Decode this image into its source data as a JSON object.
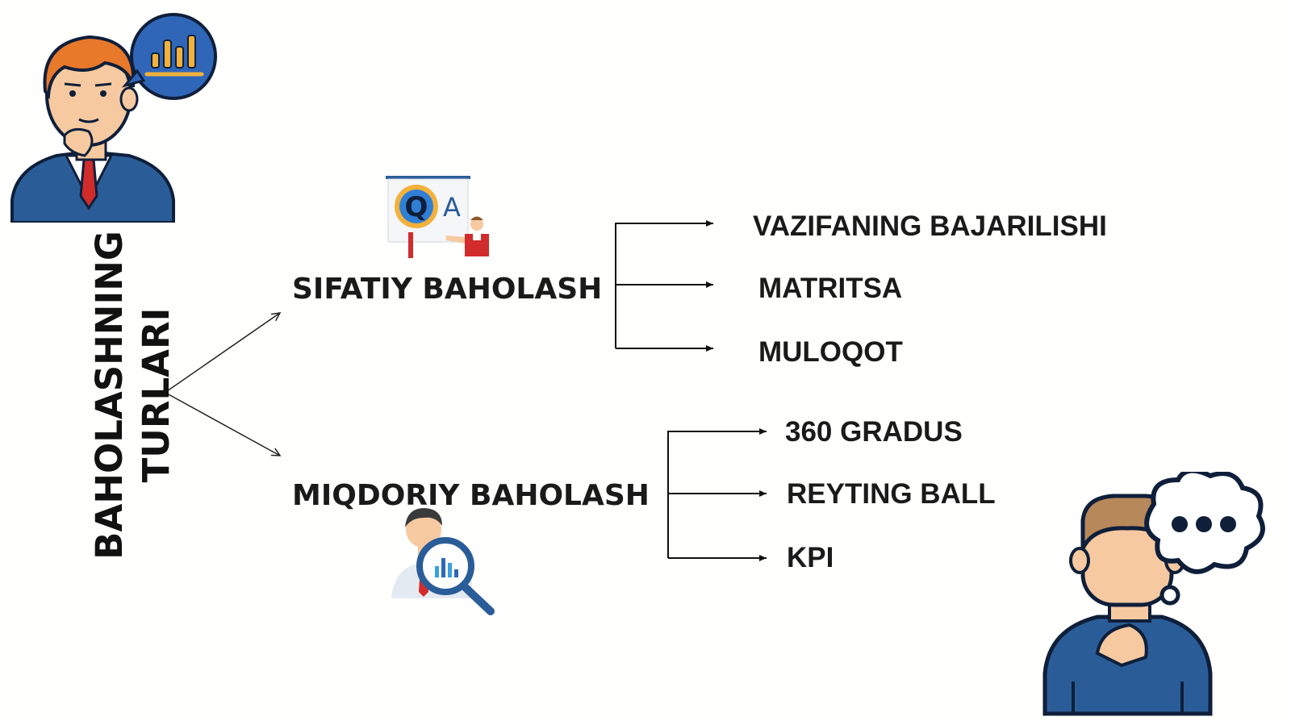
{
  "diagram": {
    "root": {
      "line1": "BAHOLASHNING",
      "line2": "TURLARI"
    },
    "branches": [
      {
        "label": "SIFATIY BAHOLASH",
        "items": [
          "VAZIFANING BAJARILISHI",
          "MATRITSA",
          "MULOQOT"
        ]
      },
      {
        "label": "MIQDORIY BAHOLASH",
        "items": [
          "360 GRADUS",
          "REYTING BALL",
          "KPI"
        ]
      }
    ],
    "icons": {
      "qa_board": {
        "letter_q": "Q",
        "letter_a": "A"
      }
    },
    "colors": {
      "text": "#1a1a1a",
      "lines": "#222222",
      "navy": "#1f3d6e",
      "orange": "#e8782a",
      "skin": "#f6c9a0",
      "accent_blue": "#2f7fd6",
      "red": "#d12b2b"
    }
  }
}
